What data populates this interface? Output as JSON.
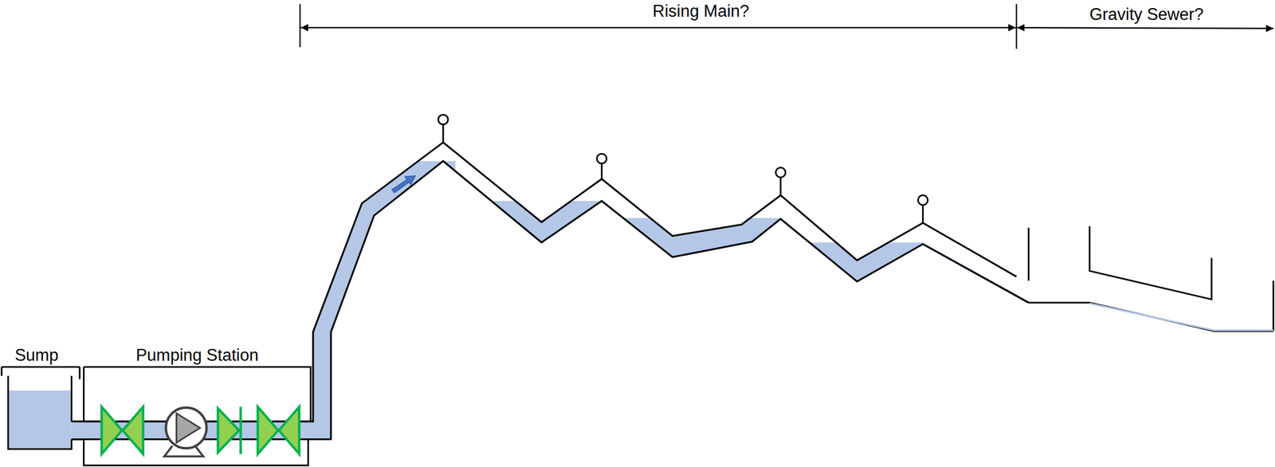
{
  "diagram": {
    "nodes": [
      {
        "text": [
          "Sump"
        ]
      },
      {
        "text": [
          "Pumping Station"
        ]
      }
    ],
    "edges": [
      {
        "from": 0,
        "to": 1,
        "arrow": "none"
      }
    ],
    "labels": [
      "Rising Main?",
      "Gravity Sewer?"
    ]
  }
}
